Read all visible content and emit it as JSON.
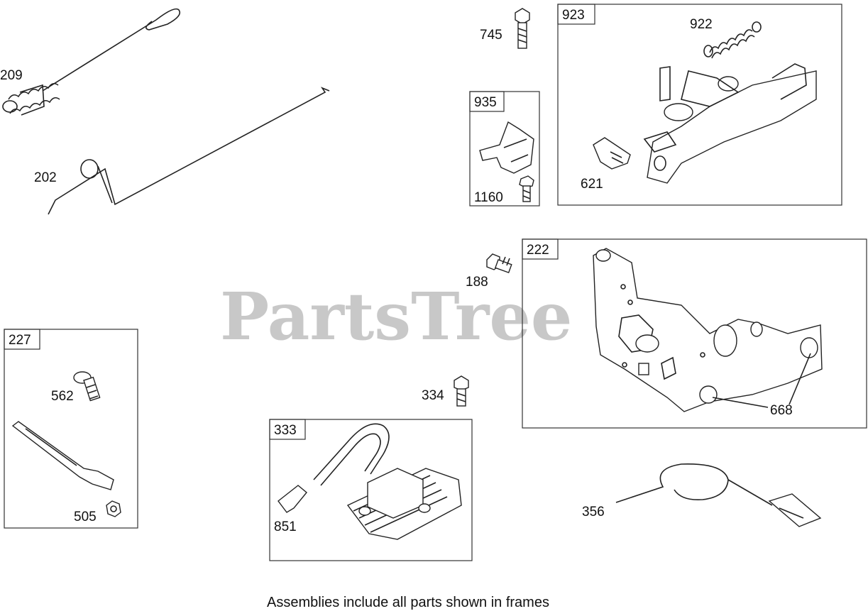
{
  "watermark": "PartsTree",
  "caption": "Assemblies include all parts shown in frames",
  "frames": {
    "f923": "923",
    "f935": "935",
    "f222": "222",
    "f227": "227",
    "f333": "333"
  },
  "parts": {
    "p209": "209",
    "p202": "202",
    "p745": "745",
    "p922": "922",
    "p621": "621",
    "p1160": "1160",
    "p188": "188",
    "p668": "668",
    "p562": "562",
    "p505": "505",
    "p334": "334",
    "p851": "851",
    "p356": "356"
  }
}
